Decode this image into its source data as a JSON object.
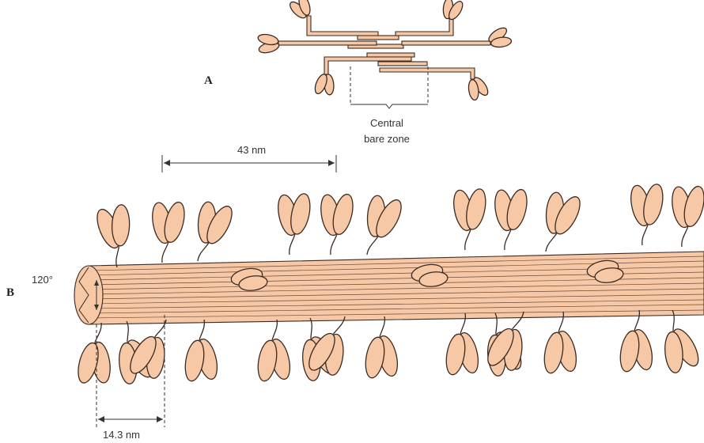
{
  "panels": {
    "a_label": "A",
    "b_label": "B"
  },
  "annotations": {
    "central_line1": "Central",
    "central_line2": "bare zone",
    "crown_spacing": "43 nm",
    "repeat_spacing": "14.3 nm",
    "rotation_angle": "120°"
  },
  "colors": {
    "myosin_head": "#f6c8a6",
    "outline": "#3a2a22",
    "background": "#ffffff"
  }
}
